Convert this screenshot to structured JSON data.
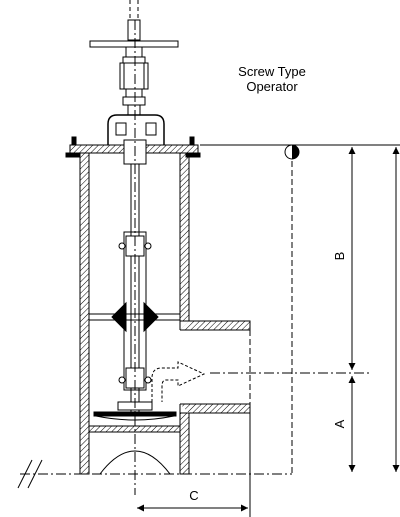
{
  "title": {
    "line1": "Screw Type",
    "line2": "Operator"
  },
  "dimensions": {
    "a": "A",
    "b": "B",
    "c": "C"
  },
  "colors": {
    "line": "#000000",
    "background": "#ffffff"
  }
}
